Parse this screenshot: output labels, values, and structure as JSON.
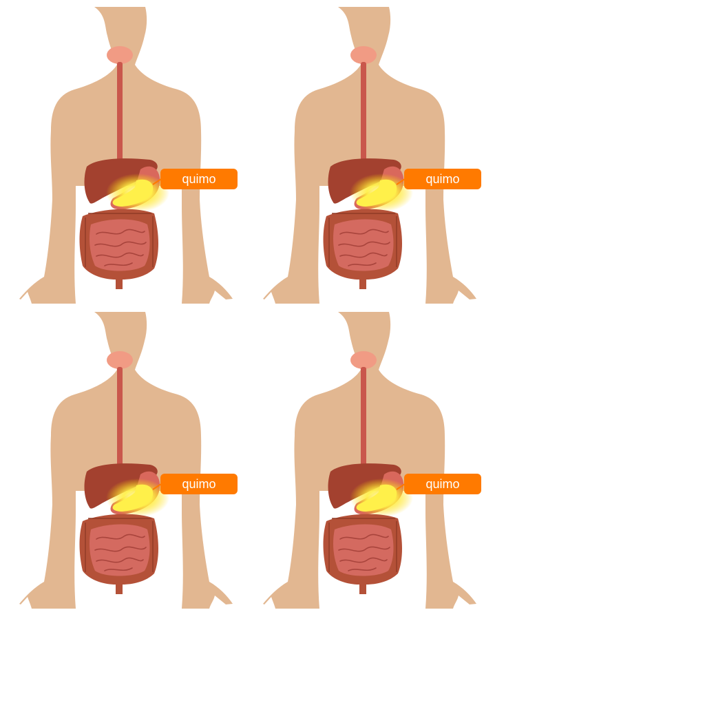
{
  "colors": {
    "skin": "#e2b791",
    "esophagus": "#c9574c",
    "mouth": "#f19b84",
    "liver": "#a3412f",
    "stomach": "#d9685c",
    "chyme": "#fff04a",
    "small_intestine": "#d46a60",
    "large_intestine": "#b45138",
    "label_bg": "#ff7a00",
    "label_text": "#ffffff"
  },
  "panels": [
    {
      "label": "quimo"
    },
    {
      "label": "quimo"
    },
    {
      "label": "quimo"
    },
    {
      "label": "quimo"
    }
  ]
}
